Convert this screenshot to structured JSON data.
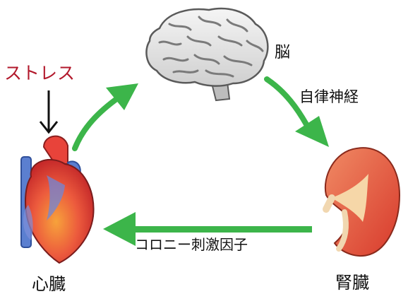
{
  "labels": {
    "stress": "ストレス",
    "brain": "脳",
    "autonomic_nerve": "自律神経",
    "colony_stimulating_factor": "コロニー刺激因子",
    "heart": "心臓",
    "kidney": "腎臓"
  },
  "colors": {
    "arrow_green": "#3cb54a",
    "stress_text": "#b2182b",
    "brain_fill": "#e9e9e9",
    "brain_stroke": "#5a5a5a",
    "heart_red": "#e8433a",
    "heart_blue": "#5b7fd0",
    "kidney_red": "#ec5a3d"
  },
  "icons": {
    "brain": "brain-icon",
    "heart": "heart-icon",
    "kidney": "kidney-icon",
    "stress_arrow": "down-arrow-icon"
  }
}
